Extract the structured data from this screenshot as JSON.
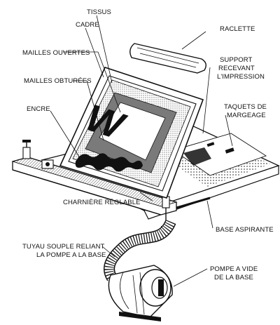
{
  "labels": {
    "tissus": "TISSUS",
    "cadre": "CADRE",
    "raclette": "RACLETTE",
    "mailles_ouvertes": "MAILLES OUVERTES",
    "mailles_obturees": "MAILLES OBTURÉES",
    "support_line1": "SUPPORT",
    "support_line2": "RECEVANT",
    "support_line3": "L'IMPRESSION",
    "encre": "ENCRE",
    "taquets_line1": "TAQUETS DE",
    "taquets_line2": "MARGEAGE",
    "charniere": "CHARNIÈRE RÉGLABLE",
    "base_aspirante": "BASE ASPIRANTE",
    "tuyau_line1": "TUYAU SOUPLE RELIANT",
    "tuyau_line2": "LA POMPE A LA BASE",
    "pompe_line1": "POMPE A VIDE",
    "pompe_line2": "DE LA BASE"
  },
  "stencil_letter": "W",
  "colors": {
    "ink": "#111111",
    "paper": "#ffffff",
    "gray": "#7a7a7a"
  }
}
